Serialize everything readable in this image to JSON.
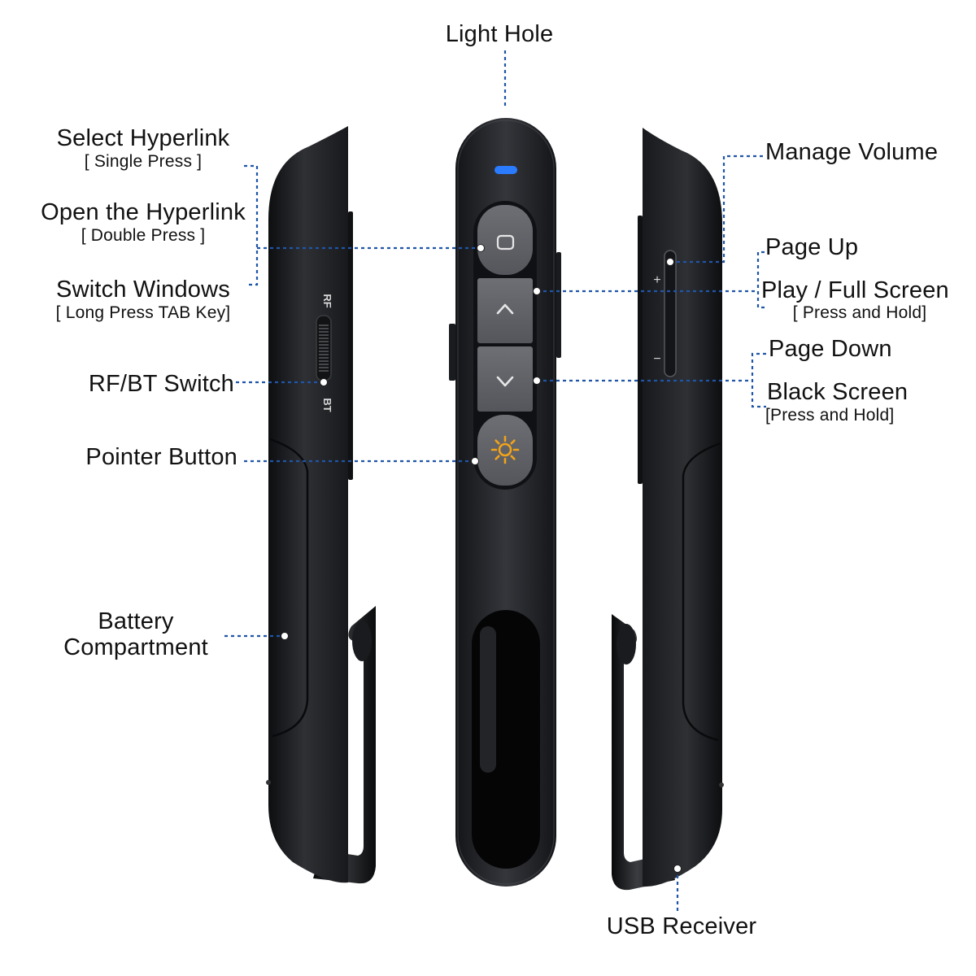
{
  "colors": {
    "leader": "#1f55a8",
    "body_dark": "#1c1d20",
    "body_mid": "#2a2b2f",
    "button_gray": "#5f6166",
    "led_blue": "#2b7bff",
    "sun_orange": "#f2a31a"
  },
  "icons": {
    "select": "square-icon",
    "up": "chevron-up-icon",
    "down": "chevron-down-icon",
    "pointer": "sun-icon"
  },
  "labels": {
    "light_hole": "Light Hole",
    "select_hyperlink": "Select Hyperlink",
    "select_hyperlink_sub": "[ Single Press ]",
    "open_hyperlink": "Open the Hyperlink",
    "open_hyperlink_sub": "[ Double Press ]",
    "switch_windows": "Switch Windows",
    "switch_windows_sub": "[ Long Press TAB Key]",
    "rf_bt_switch": "RF/BT Switch",
    "pointer_button": "Pointer Button",
    "battery_line1": "Battery",
    "battery_line2": "Compartment",
    "manage_volume": "Manage Volume",
    "page_up": "Page Up",
    "play_full_screen": "Play / Full Screen",
    "play_full_screen_sub": "[ Press and Hold]",
    "page_down": "Page Down",
    "black_screen": "Black Screen",
    "black_screen_sub": "[Press and Hold]",
    "usb_receiver": "USB Receiver"
  },
  "device_marks": {
    "rf": "RF",
    "bt": "BT",
    "plus": "+",
    "minus": "−"
  }
}
